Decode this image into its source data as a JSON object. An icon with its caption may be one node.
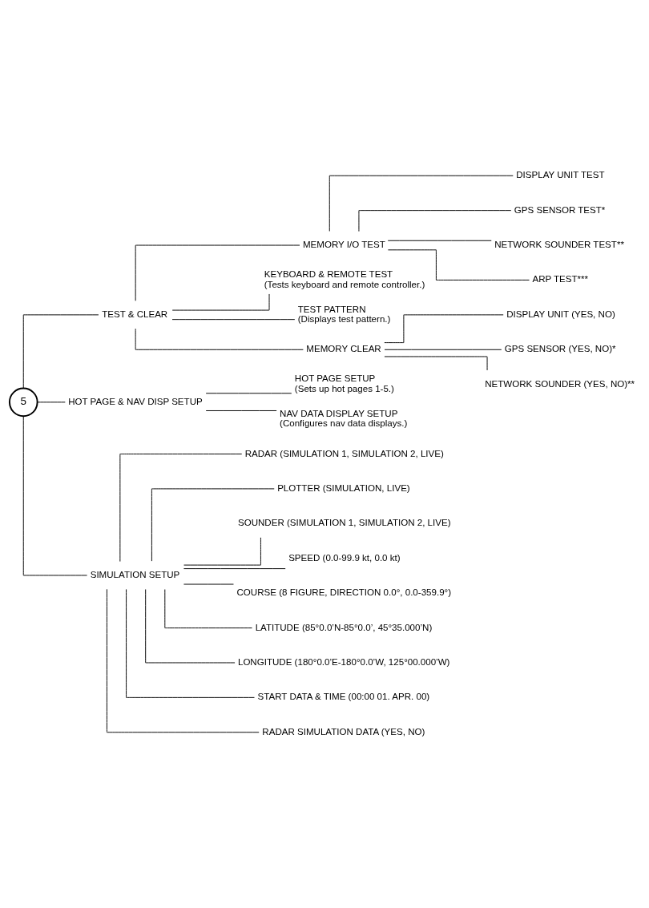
{
  "diagram": {
    "nodes": [
      {
        "text": [
          "5"
        ]
      },
      {
        "text": [
          "TEST & CLEAR"
        ]
      },
      {
        "text": [
          "MEMORY I/O TEST"
        ]
      },
      {
        "text": [
          "DISPLAY UNIT TEST"
        ]
      },
      {
        "text": [
          "GPS SENSOR TEST*"
        ]
      },
      {
        "text": [
          "NETWORK SOUNDER TEST**"
        ]
      },
      {
        "text": [
          "ARP TEST***"
        ]
      },
      {
        "text": [
          "KEYBOARD & REMOTE TEST",
          "(Tests keyboard and remote controller.)"
        ]
      },
      {
        "text": [
          "TEST PATTERN",
          "(Displays test pattern.)"
        ]
      },
      {
        "text": [
          "MEMORY CLEAR"
        ]
      },
      {
        "text": [
          "DISPLAY UNIT (YES, NO)"
        ]
      },
      {
        "text": [
          "GPS SENSOR (YES, NO)*"
        ]
      },
      {
        "text": [
          "NETWORK SOUNDER (YES, NO)**"
        ]
      },
      {
        "text": [
          "HOT PAGE & NAV DISP SETUP"
        ]
      },
      {
        "text": [
          "HOT PAGE SETUP",
          "(Sets up hot pages 1-5.)"
        ]
      },
      {
        "text": [
          "NAV DATA DISPLAY SETUP",
          "(Configures nav data displays.)"
        ]
      },
      {
        "text": [
          "SIMULATION SETUP"
        ]
      },
      {
        "text": [
          "RADAR (SIMULATION 1, SIMULATION 2, LIVE)"
        ]
      },
      {
        "text": [
          "PLOTTER (SIMULATION, LIVE)"
        ]
      },
      {
        "text": [
          "SOUNDER (SIMULATION 1, SIMULATION 2, LIVE)"
        ]
      },
      {
        "text": [
          "SPEED (0.0-99.9 kt, 0.0 kt)"
        ]
      },
      {
        "text": [
          "COURSE (8 FIGURE, DIRECTION 0.0°, 0.0-359.9°)"
        ]
      },
      {
        "text": [
          "LATITUDE (85°0.0’N-85°0.0’, 45°35.000’N)"
        ]
      },
      {
        "text": [
          "LONGITUDE (180°0.0’E-180°0.0’W, 125°00.000’W)"
        ]
      },
      {
        "text": [
          "START DATA & TIME (00:00 01. APR. 00)"
        ]
      },
      {
        "text": [
          "RADAR SIMULATION DATA (YES, NO)"
        ]
      }
    ],
    "edges": [
      {
        "from": 0,
        "to": 1,
        "arrow": "none"
      },
      {
        "from": 0,
        "to": 13,
        "arrow": "none"
      },
      {
        "from": 0,
        "to": 16,
        "arrow": "none"
      },
      {
        "from": 1,
        "to": 2,
        "arrow": "none"
      },
      {
        "from": 1,
        "to": 7,
        "arrow": "none"
      },
      {
        "from": 1,
        "to": 8,
        "arrow": "none"
      },
      {
        "from": 1,
        "to": 9,
        "arrow": "none"
      },
      {
        "from": 2,
        "to": 3,
        "arrow": "none"
      },
      {
        "from": 2,
        "to": 4,
        "arrow": "none"
      },
      {
        "from": 2,
        "to": 5,
        "arrow": "none"
      },
      {
        "from": 2,
        "to": 6,
        "arrow": "none"
      },
      {
        "from": 9,
        "to": 10,
        "arrow": "none"
      },
      {
        "from": 9,
        "to": 11,
        "arrow": "none"
      },
      {
        "from": 9,
        "to": 12,
        "arrow": "none"
      },
      {
        "from": 13,
        "to": 14,
        "arrow": "none"
      },
      {
        "from": 13,
        "to": 15,
        "arrow": "none"
      },
      {
        "from": 16,
        "to": 17,
        "arrow": "none"
      },
      {
        "from": 16,
        "to": 18,
        "arrow": "none"
      },
      {
        "from": 16,
        "to": 19,
        "arrow": "none"
      },
      {
        "from": 16,
        "to": 20,
        "arrow": "none"
      },
      {
        "from": 16,
        "to": 21,
        "arrow": "none"
      },
      {
        "from": 16,
        "to": 22,
        "arrow": "none"
      },
      {
        "from": 16,
        "to": 23,
        "arrow": "none"
      },
      {
        "from": 16,
        "to": 24,
        "arrow": "none"
      },
      {
        "from": 16,
        "to": 25,
        "arrow": "none"
      }
    ]
  }
}
